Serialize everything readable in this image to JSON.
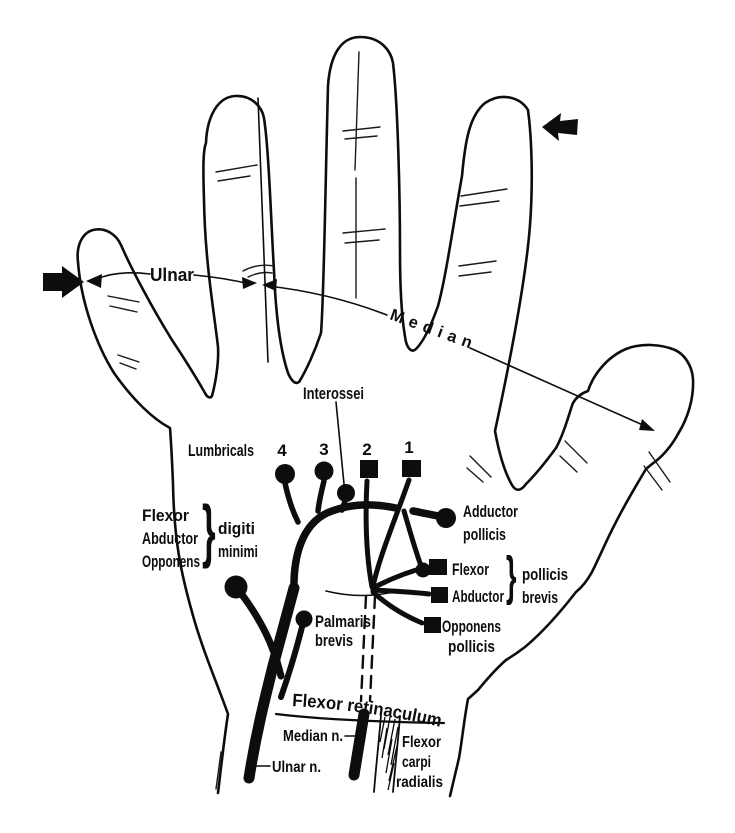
{
  "colors": {
    "ink": "#0d0d0d",
    "paper": "#ffffff"
  },
  "nerve_labels": {
    "ulnar": "Ulnar",
    "median": "Median"
  },
  "palm": {
    "interossei": "Interossei",
    "lumbricals": "Lumbricals",
    "lumbrical_numbers": [
      "4",
      "3",
      "2",
      "1"
    ],
    "hypothenar": {
      "line1": "Flexor",
      "line2": "Abductor",
      "line3": "Opponens",
      "brace": "}",
      "group_line1": "digiti",
      "group_line2": "minimi"
    },
    "adductor": {
      "line1": "Adductor",
      "line2": "pollicis"
    },
    "thenar": {
      "flexor": "Flexor",
      "abductor": "Abductor",
      "brace": "}",
      "group_line1": "pollicis",
      "group_line2": "brevis"
    },
    "opponens": {
      "line1": "Opponens",
      "line2": "pollicis"
    },
    "palmaris": {
      "line1": "Palmaris",
      "line2": "brevis"
    }
  },
  "wrist": {
    "retinaculum": "Flexor retinaculum",
    "median_nerve": "Median n.",
    "ulnar_nerve": "Ulnar n.",
    "fcr_line1": "Flexor",
    "fcr_line2": "carpi",
    "fcr_line3": "radialis"
  }
}
